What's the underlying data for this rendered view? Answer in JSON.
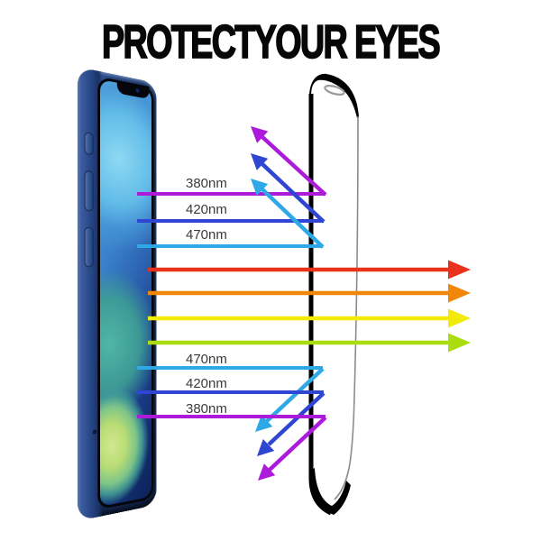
{
  "title": "PROTECTYOUR EYES",
  "diagram": {
    "blocked_top": [
      {
        "label": "380nm",
        "color": "#ab1bd9"
      },
      {
        "label": "420nm",
        "color": "#2f46d2"
      },
      {
        "label": "470nm",
        "color": "#2fa8e8"
      }
    ],
    "transmitted": [
      {
        "name": "red",
        "color": "#e8321c"
      },
      {
        "name": "orange",
        "color": "#f08708"
      },
      {
        "name": "yellow",
        "color": "#f2ea08"
      },
      {
        "name": "yellow-green",
        "color": "#abdc10"
      }
    ],
    "blocked_bottom": [
      {
        "label": "470nm",
        "color": "#2fa8e8"
      },
      {
        "label": "420nm",
        "color": "#2f46d2"
      },
      {
        "label": "380nm",
        "color": "#ab1bd9"
      }
    ]
  },
  "palette": {
    "background": "#ffffff",
    "phone_body_blue": "#1e3a6e",
    "protector_outline": "#000000",
    "label_text": "#3a3a3a",
    "title_text": "#070707"
  }
}
